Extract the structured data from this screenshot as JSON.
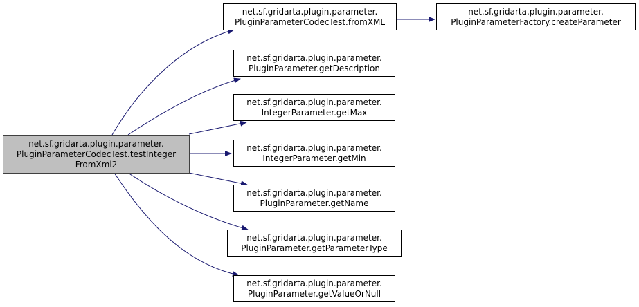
{
  "colors": {
    "edge": "#191970",
    "root_fill": "#bfbfbf",
    "node_fill": "#ffffff",
    "node_border": "#000000"
  },
  "root": {
    "lines": [
      "net.sf.gridarta.plugin.parameter.",
      "PluginParameterCodecTest.testInteger",
      "FromXml2"
    ]
  },
  "nodes": [
    {
      "id": "fromXML",
      "lines": [
        "net.sf.gridarta.plugin.parameter.",
        "PluginParameterCodecTest.fromXML"
      ]
    },
    {
      "id": "createParameter",
      "lines": [
        "net.sf.gridarta.plugin.parameter.",
        "PluginParameterFactory.createParameter"
      ]
    },
    {
      "id": "getDescription",
      "lines": [
        "net.sf.gridarta.plugin.parameter.",
        "PluginParameter.getDescription"
      ]
    },
    {
      "id": "getMax",
      "lines": [
        "net.sf.gridarta.plugin.parameter.",
        "IntegerParameter.getMax"
      ]
    },
    {
      "id": "getMin",
      "lines": [
        "net.sf.gridarta.plugin.parameter.",
        "IntegerParameter.getMin"
      ]
    },
    {
      "id": "getName",
      "lines": [
        "net.sf.gridarta.plugin.parameter.",
        "PluginParameter.getName"
      ]
    },
    {
      "id": "getParameterType",
      "lines": [
        "net.sf.gridarta.plugin.parameter.",
        "PluginParameter.getParameterType"
      ]
    },
    {
      "id": "getValueOrNull",
      "lines": [
        "net.sf.gridarta.plugin.parameter.",
        "PluginParameter.getValueOrNull"
      ]
    }
  ],
  "edges": [
    {
      "from": "root",
      "to": "fromXML"
    },
    {
      "from": "fromXML",
      "to": "createParameter"
    },
    {
      "from": "root",
      "to": "getDescription"
    },
    {
      "from": "root",
      "to": "getMax"
    },
    {
      "from": "root",
      "to": "getMin"
    },
    {
      "from": "root",
      "to": "getName"
    },
    {
      "from": "root",
      "to": "getParameterType"
    },
    {
      "from": "root",
      "to": "getValueOrNull"
    }
  ]
}
